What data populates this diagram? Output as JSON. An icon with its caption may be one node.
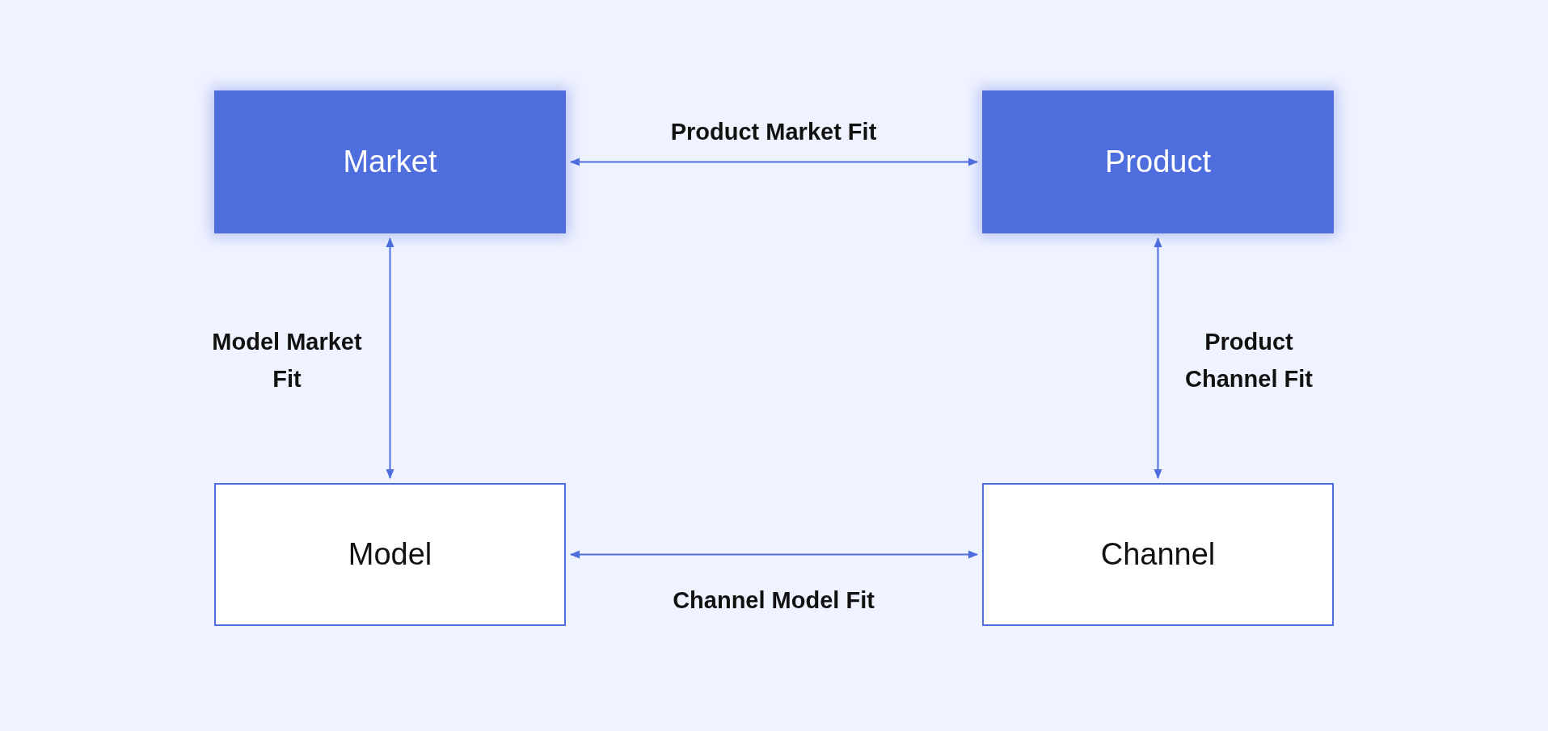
{
  "diagram": {
    "nodes": [
      {
        "text": [
          "Market"
        ]
      },
      {
        "text": [
          "Product"
        ]
      },
      {
        "text": [
          "Model"
        ]
      },
      {
        "text": [
          "Channel"
        ]
      }
    ],
    "edges": [
      {
        "from": 0,
        "to": 1,
        "arrow": "both",
        "label": "Product Market Fit"
      },
      {
        "from": 0,
        "to": 2,
        "arrow": "both",
        "label": "Model Market Fit"
      },
      {
        "from": 1,
        "to": 3,
        "arrow": "both",
        "label": "Product Channel Fit"
      },
      {
        "from": 2,
        "to": 3,
        "arrow": "both",
        "label": "Channel Model Fit"
      }
    ]
  }
}
